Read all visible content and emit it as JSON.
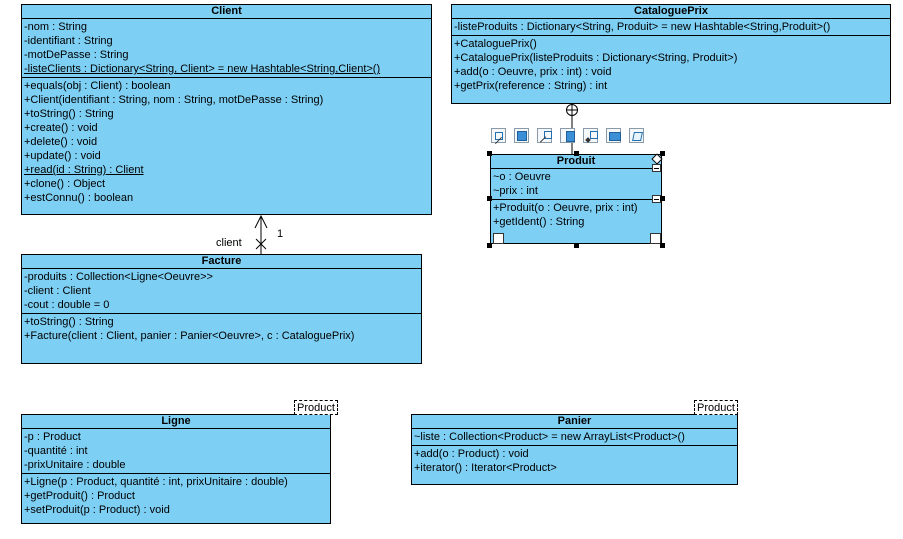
{
  "client": {
    "name": "Client",
    "attributes": [
      "-nom : String",
      "-identifiant : String",
      "-motDePasse : String",
      "-listeClients : Dictionary<String, Client> = new Hashtable<String,Client>()"
    ],
    "operations": [
      "+equals(obj : Client) : boolean",
      "+Client(identifiant : String, nom : String, motDePasse : String)",
      "+toString() : String",
      "+create() : void",
      "+delete() : void",
      "+update() : void",
      "+read(id : String) : Client",
      "+clone() : Object",
      "+estConnu() : boolean"
    ]
  },
  "catalogue": {
    "name": "CataloguePrix",
    "attributes": [
      "-listeProduits : Dictionary<String, Produit> = new Hashtable<String,Produit>()"
    ],
    "operations": [
      "+CataloguePrix()",
      "+CataloguePrix(listeProduits : Dictionary<String, Produit>)",
      "+add(o : Oeuvre, prix : int) : void",
      "+getPrix(reference : String) : int"
    ]
  },
  "produit": {
    "name": "Produit",
    "attributes": [
      "~o : Oeuvre",
      "~prix : int"
    ],
    "operations": [
      "+Produit(o : Oeuvre, prix : int)",
      "+getIdent() : String"
    ]
  },
  "facture": {
    "name": "Facture",
    "attributes": [
      "-produits : Collection<Ligne<Oeuvre>>",
      "-client : Client",
      "-cout : double = 0"
    ],
    "operations": [
      "+toString() : String",
      "+Facture(client : Client, panier : Panier<Oeuvre>, c : CataloguePrix)"
    ]
  },
  "ligne": {
    "name": "Ligne",
    "template": "Product",
    "attributes": [
      "-p : Product",
      "-quantité : int",
      "-prixUnitaire : double"
    ],
    "operations": [
      "+Ligne(p : Product, quantité : int, prixUnitaire : double)",
      "+getProduit() : Product",
      "+setProduit(p : Product) : void"
    ]
  },
  "panier": {
    "name": "Panier",
    "template": "Product",
    "attributes": [
      "~liste : Collection<Product> = new ArrayList<Product>()"
    ],
    "operations": [
      "+add(o : Product) : void",
      "+iterator() : Iterator<Product>"
    ]
  },
  "association": {
    "role": "client",
    "multiplicity": "1"
  },
  "colors": {
    "class_fill": "#7ecff4",
    "border": "#000000"
  }
}
